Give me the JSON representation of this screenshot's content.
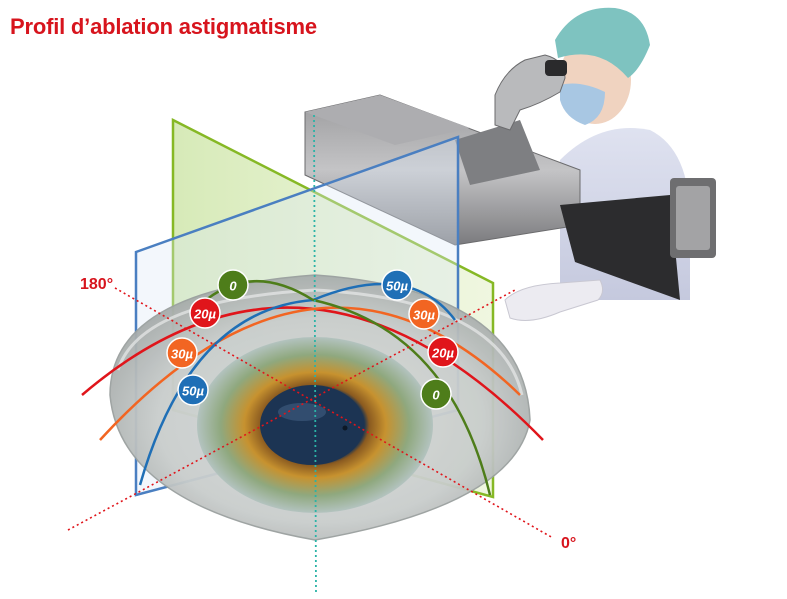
{
  "title": "Profil d’ablation astigmatisme",
  "axes": {
    "label_180": "180°",
    "label_0": "0°"
  },
  "badges": [
    {
      "text": "0",
      "color": "#4e7d1a"
    },
    {
      "text": "20µ",
      "color": "#e0151b"
    },
    {
      "text": "30µ",
      "color": "#f26522"
    },
    {
      "text": "50µ",
      "color": "#1f6fb6"
    },
    {
      "text": "50µ",
      "color": "#1f6fb6"
    },
    {
      "text": "30µ",
      "color": "#f26522"
    },
    {
      "text": "20µ",
      "color": "#e0151b"
    },
    {
      "text": "0",
      "color": "#4e7d1a"
    }
  ],
  "colors": {
    "title": "#d7141d",
    "green_plane": "#8cbd2c",
    "blue_plane": "#4a7fc1",
    "axis_dotted": "#e0151b",
    "vertical_dotted": "#2bb3a7"
  }
}
